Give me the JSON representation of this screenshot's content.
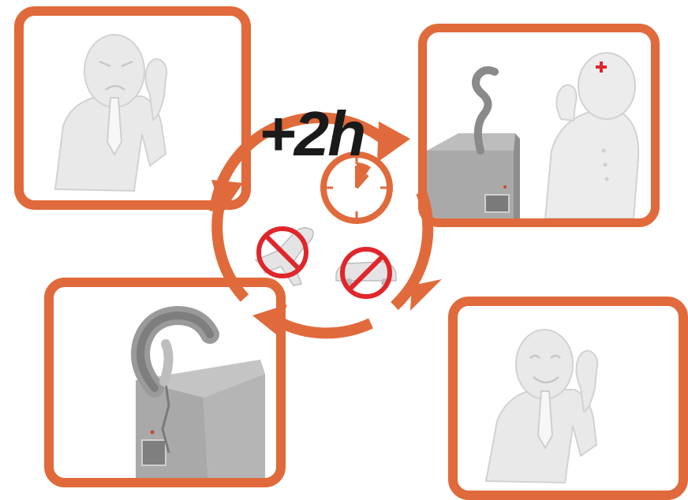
{
  "diagram": {
    "duration_label": "+2h",
    "accent_color": "#e06a3b",
    "prohibit_color": "#e0262b",
    "figure_color": "#e8e8e8",
    "server_color": "#a8a8a8",
    "icons": {
      "clock": "clock-icon",
      "no_flight": "no-airplane-icon",
      "no_car": "no-car-icon",
      "smoke": "smoke-icon",
      "server": "server-tower-icon",
      "phone": "phone-icon"
    },
    "panels": [
      {
        "name": "angry-caller",
        "scene": "person-phone-angry"
      },
      {
        "name": "server-smoking-caller-sick",
        "scene": "server-smoke-person-headache"
      },
      {
        "name": "server-burning",
        "scene": "server-heavy-smoke"
      },
      {
        "name": "happy-caller",
        "scene": "person-phone-happy"
      }
    ]
  }
}
